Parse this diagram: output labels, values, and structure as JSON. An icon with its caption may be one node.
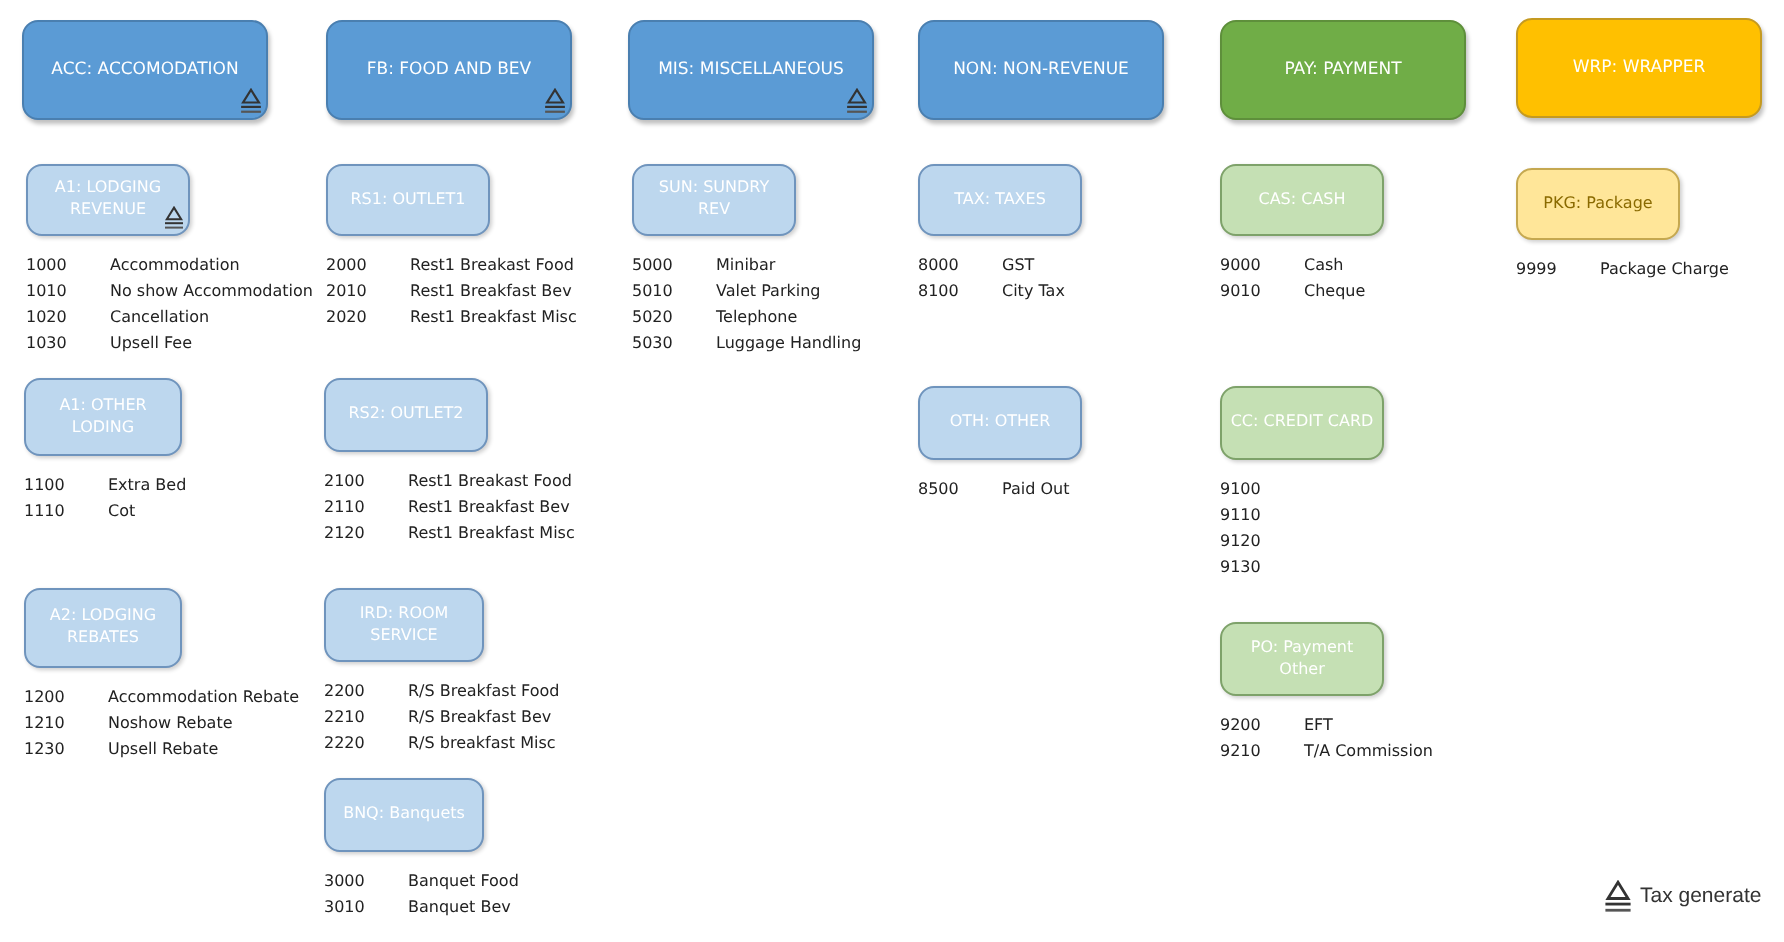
{
  "diagram": {
    "nodes": [
      {
        "text": [
          "ACC: ACCOMODATION"
        ]
      },
      {
        "text": [
          "FB: FOOD AND BEV"
        ]
      },
      {
        "text": [
          "MIS: MISCELLANEOUS"
        ]
      },
      {
        "text": [
          "NON: NON-REVENUE"
        ]
      },
      {
        "text": [
          "PAY: PAYMENT"
        ]
      },
      {
        "text": [
          "WRP: WRAPPER"
        ]
      },
      {
        "text": [
          "A1: LODGING REVENUE"
        ],
        "beside": [
          "1000",
          "Accommodation",
          "1010",
          "No show Accommodation",
          "1020",
          "Cancellation",
          "1030",
          "Upsell Fee"
        ]
      },
      {
        "text": [
          "RS1: OUTLET1"
        ],
        "beside": [
          "2000",
          "Rest1 Breakast Food",
          "2010",
          "Rest1 Breakfast Bev",
          "2020",
          "Rest1 Breakfast Misc"
        ]
      },
      {
        "text": [
          "SUN: SUNDRY REV"
        ],
        "beside": [
          "5000",
          "Minibar",
          "5010",
          "Valet Parking",
          "5020",
          "Telephone",
          "5030",
          "Luggage Handling"
        ]
      },
      {
        "text": [
          "TAX: TAXES"
        ],
        "beside": [
          "8000",
          "GST",
          "8100",
          "City Tax"
        ]
      },
      {
        "text": [
          "CAS: CASH"
        ],
        "beside": [
          "9000",
          "Cash",
          "9010",
          "Cheque"
        ]
      },
      {
        "text": [
          "PKG: Package"
        ],
        "beside": [
          "9999",
          "Package Charge"
        ]
      },
      {
        "text": [
          "A1: OTHER LODING"
        ],
        "beside": [
          "1100",
          "Extra Bed",
          "1110",
          "Cot"
        ]
      },
      {
        "text": [
          "RS2: OUTLET2"
        ],
        "beside": [
          "2100",
          "Rest1 Breakast Food",
          "2110",
          "Rest1 Breakfast Bev",
          "2120",
          "Rest1 Breakfast Misc"
        ]
      },
      {
        "text": [
          "OTH: OTHER"
        ],
        "beside": [
          "8500",
          "Paid Out"
        ]
      },
      {
        "text": [
          "CC: CREDIT CARD"
        ],
        "beside": [
          "9100",
          "9110",
          "9120",
          "9130"
        ]
      },
      {
        "text": [
          "A2: LODGING REBATES"
        ],
        "beside": [
          "1200",
          "Accommodation Rebate",
          "1210",
          "Noshow Rebate",
          "1230",
          "Upsell Rebate"
        ]
      },
      {
        "text": [
          "IRD: ROOM SERVICE"
        ],
        "beside": [
          "2200",
          "R/S Breakfast Food",
          "2210",
          "R/S Breakfast Bev",
          "2220",
          "R/S breakfast Misc"
        ]
      },
      {
        "text": [
          "PO: Payment Other"
        ],
        "beside": [
          "9200",
          "EFT",
          "9210",
          "T/A Commission"
        ]
      },
      {
        "text": [
          "BNQ: Banquets"
        ],
        "beside": [
          "3000",
          "Banquet Food",
          "3010",
          "Banquet Bev"
        ]
      }
    ],
    "legend": [
      {
        "text": "Tax generate"
      }
    ]
  }
}
